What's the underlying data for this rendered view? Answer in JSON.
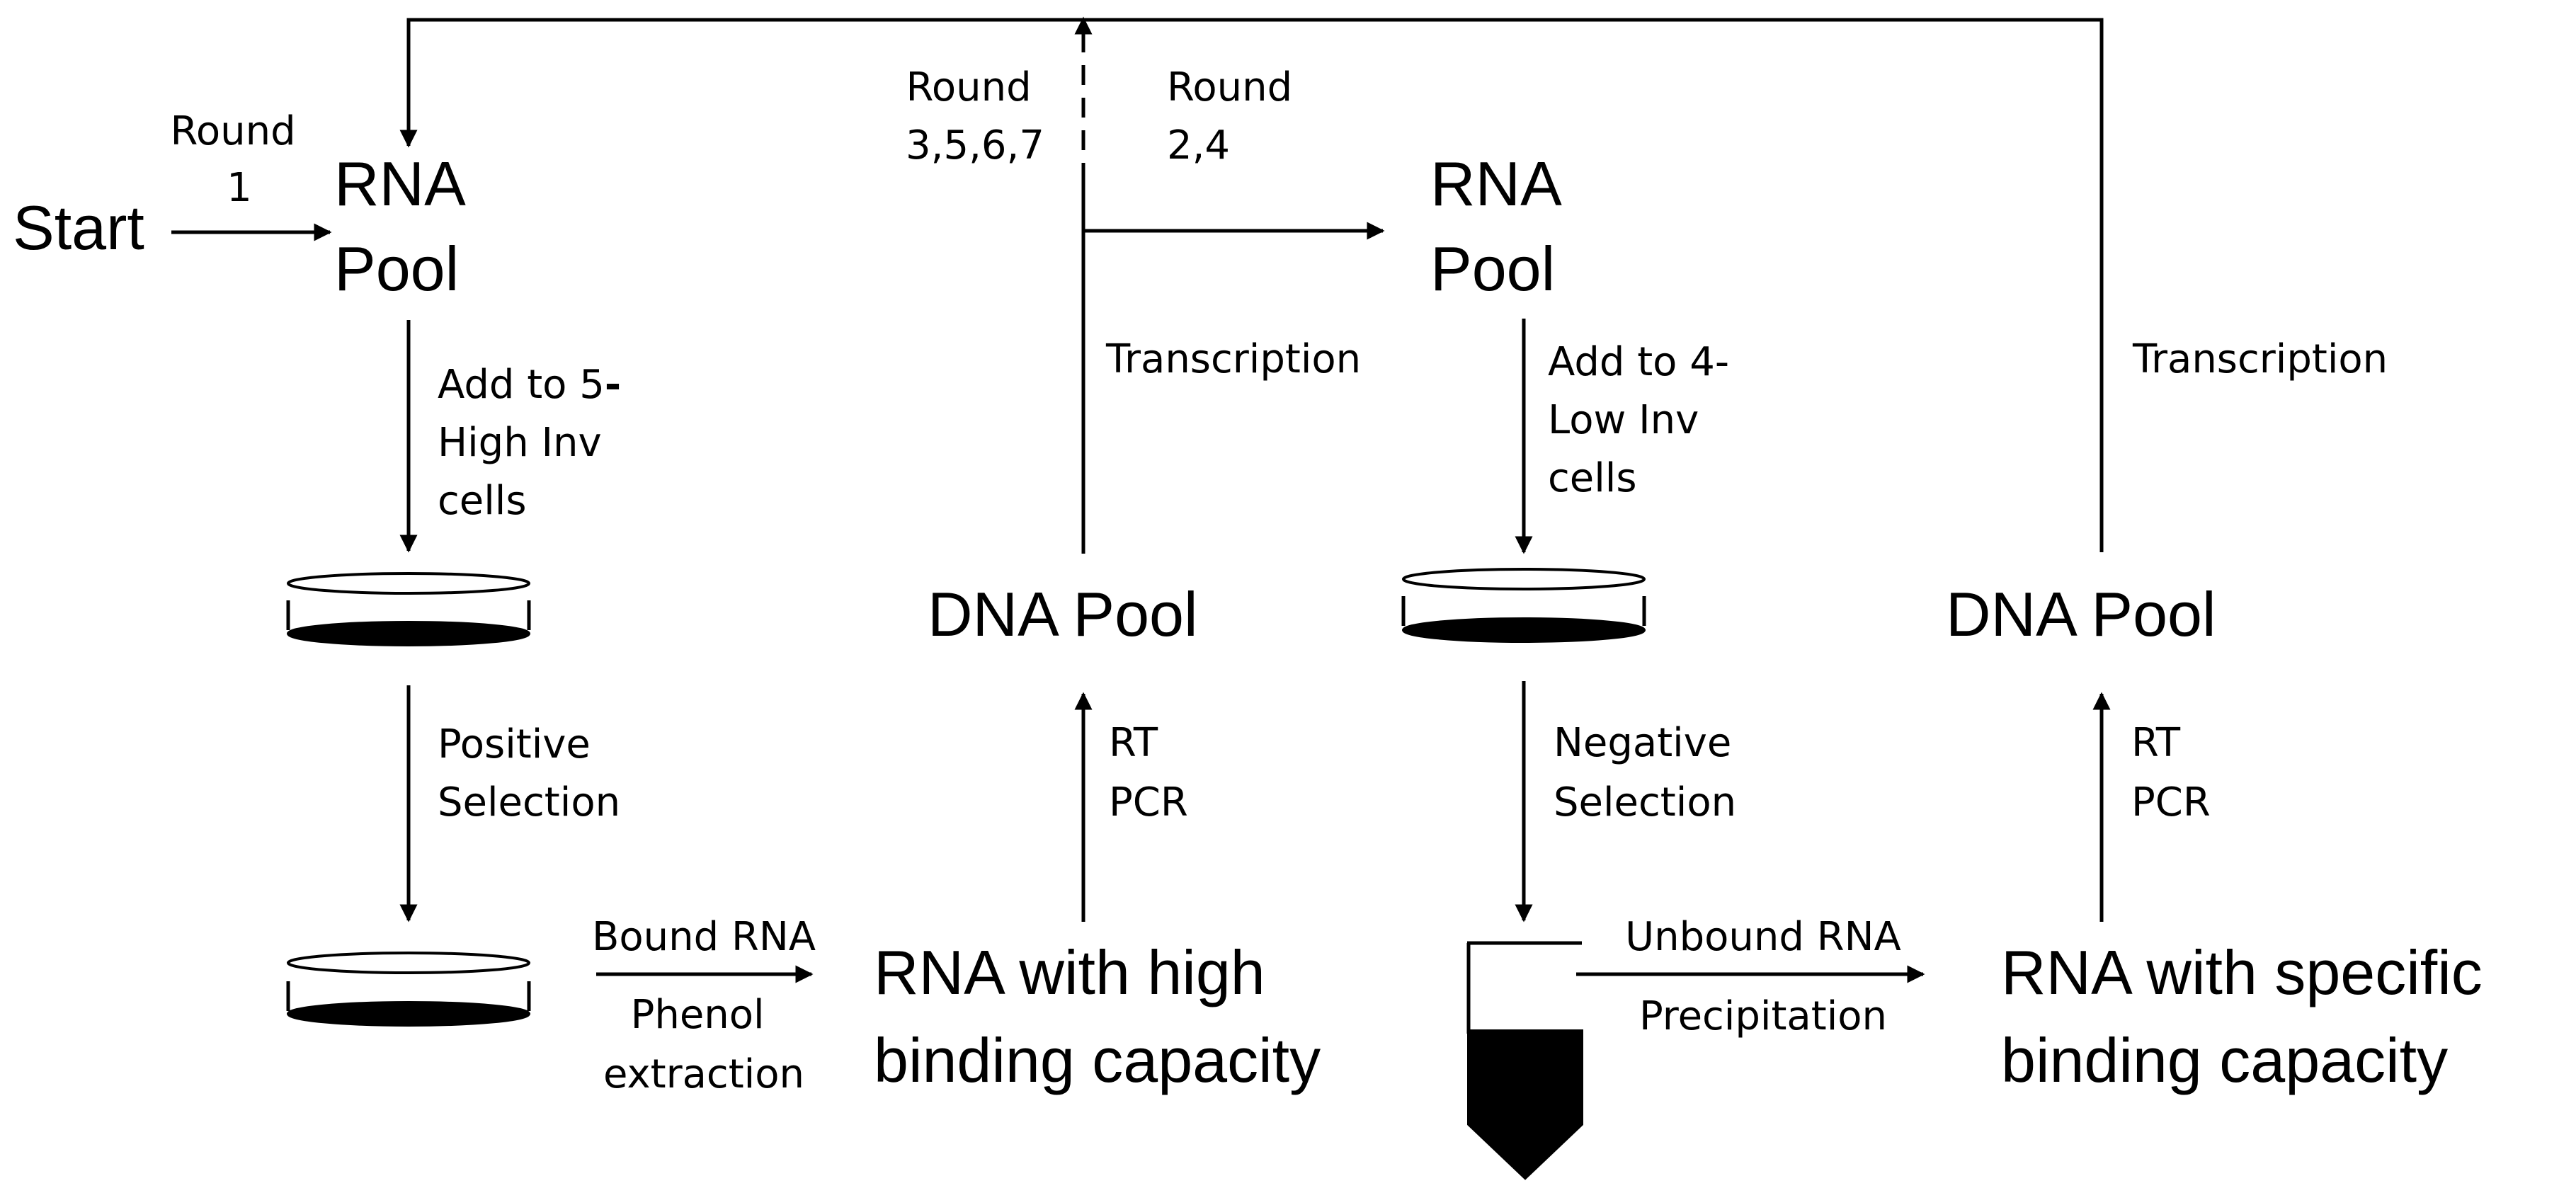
{
  "start": "Start",
  "round1": [
    "Round",
    "1"
  ],
  "round_odd": [
    "Round",
    "3,5,6,7"
  ],
  "round_even": [
    "Round",
    "2,4"
  ],
  "rna_pool_left": [
    "RNA",
    "Pool"
  ],
  "rna_pool_right": [
    "RNA",
    "Pool"
  ],
  "add_high": [
    "Add to 5",
    "High Inv",
    "cells"
  ],
  "add_high_suffix": "-",
  "add_low": [
    "Add to 4-",
    "Low Inv",
    "cells"
  ],
  "positive_selection": [
    "Positive",
    "Selection"
  ],
  "negative_selection": [
    "Negative",
    "Selection"
  ],
  "dna_pool_left": "DNA Pool",
  "dna_pool_right": "DNA Pool",
  "transcription_left": "Transcription",
  "transcription_right": "Transcription",
  "rt_pcr_left": [
    "RT",
    "PCR"
  ],
  "rt_pcr_right": [
    "RT",
    "PCR"
  ],
  "bound_rna": "Bound RNA",
  "phenol_extraction": [
    "Phenol",
    "extraction"
  ],
  "unbound_rna": "Unbound RNA",
  "precipitation": "Precipitation",
  "rna_high_binding": [
    "RNA with high",
    "binding capacity"
  ],
  "rna_specific_binding": [
    "RNA with specific",
    "binding capacity"
  ]
}
